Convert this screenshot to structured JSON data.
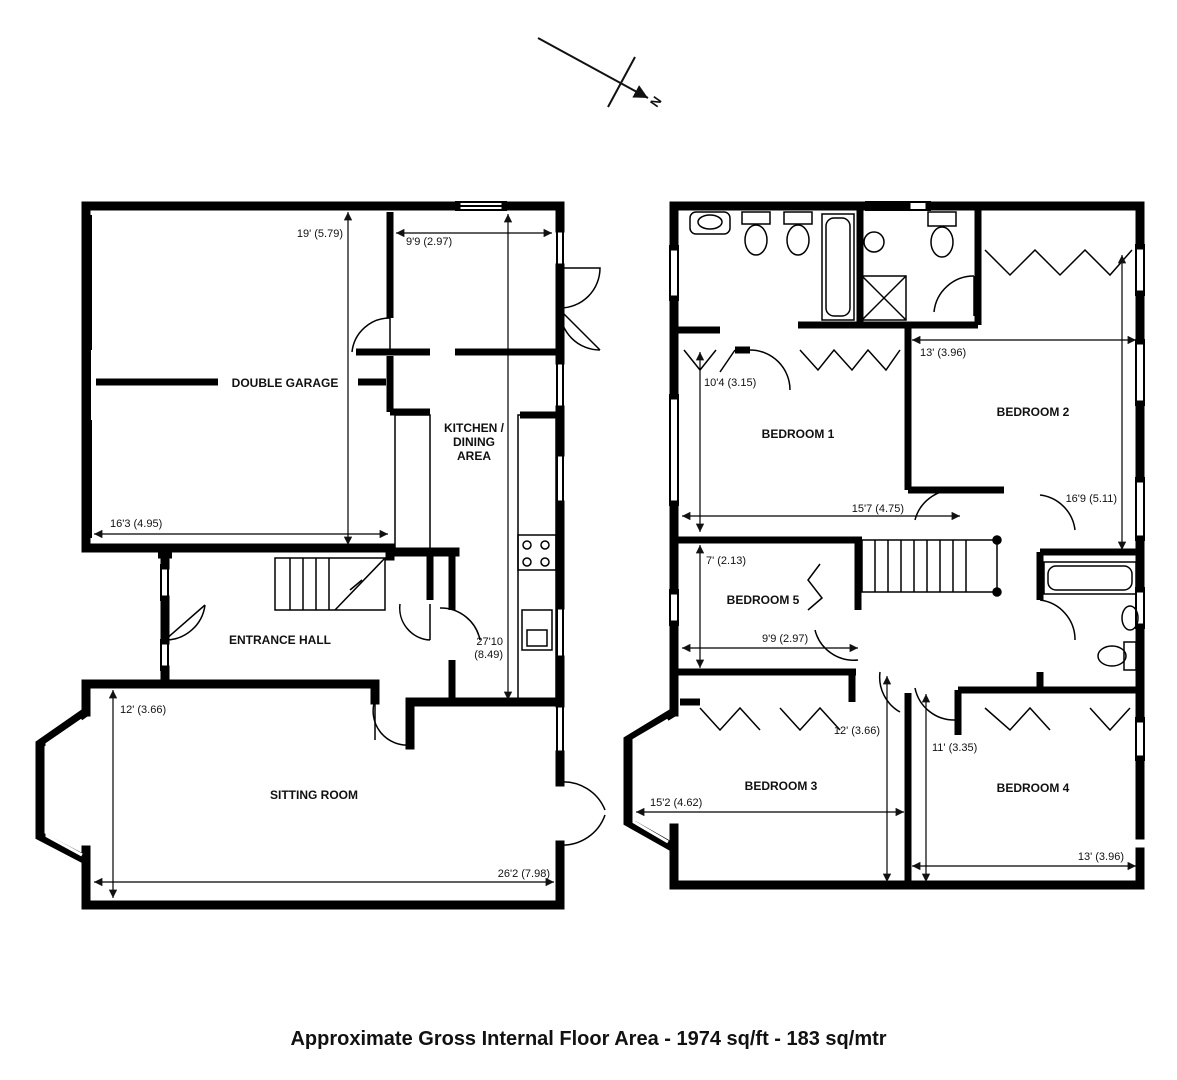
{
  "north": {
    "letter": "N"
  },
  "ground_floor": {
    "rooms": [
      {
        "name": "DOUBLE GARAGE"
      },
      {
        "name": "KITCHEN / DINING AREA",
        "lines": [
          "KITCHEN /",
          "DINING",
          "AREA"
        ]
      },
      {
        "name": "ENTRANCE HALL"
      },
      {
        "name": "SITTING ROOM"
      }
    ],
    "dimensions": {
      "garage_depth": "19' (5.79)",
      "garage_width": "16'3 (4.95)",
      "kitchen_width": "9'9 (2.97)",
      "kitchen_length_ft": "27'10",
      "kitchen_length_m": "(8.49)",
      "sitting_depth": "12' (3.66)",
      "sitting_width": "26'2 (7.98)"
    }
  },
  "first_floor": {
    "rooms": [
      {
        "name": "BEDROOM 1"
      },
      {
        "name": "BEDROOM 2"
      },
      {
        "name": "BEDROOM 3"
      },
      {
        "name": "BEDROOM 4"
      },
      {
        "name": "BEDROOM 5"
      }
    ],
    "dimensions": {
      "bed1_depth": "10'4 (3.15)",
      "bed1_width": "15'7 (4.75)",
      "bed2_width": "13' (3.96)",
      "bed2_depth": "16'9 (5.11)",
      "bed5_depth": "7' (2.13)",
      "bed5_width": "9'9 (2.97)",
      "bed3_depth": "12' (3.66)",
      "bed3_width": "15'2 (4.62)",
      "bed4_depth": "11' (3.35)",
      "bed4_width": "13' (3.96)"
    }
  },
  "caption": "Approximate Gross Internal Floor Area - 1974 sq/ft - 183 sq/mtr"
}
